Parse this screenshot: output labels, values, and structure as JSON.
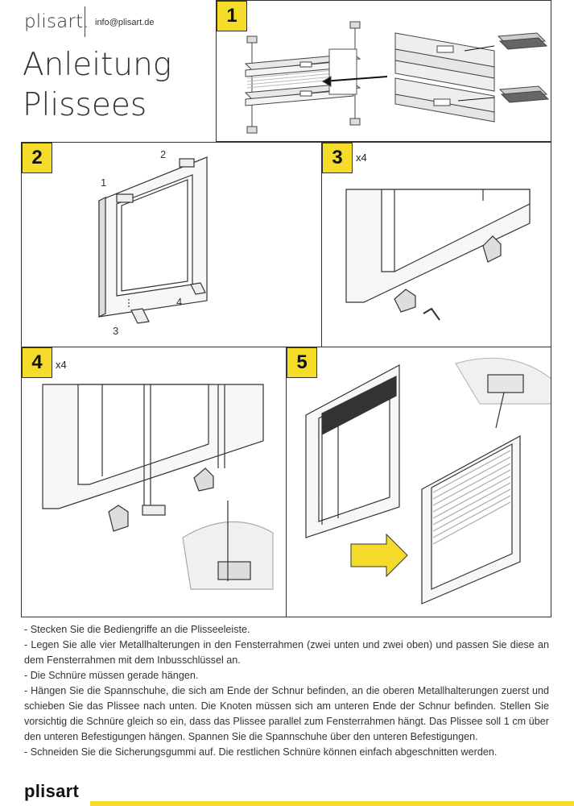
{
  "header": {
    "brand": "plisart.",
    "email": "info@plisart.de",
    "title_line1": "Anleitung",
    "title_line2": "Plissees"
  },
  "steps": {
    "s1": {
      "number": "1"
    },
    "s2": {
      "number": "2",
      "labels": [
        "1",
        "2",
        "3",
        "4"
      ]
    },
    "s3": {
      "number": "3",
      "multiplier": "x4"
    },
    "s4": {
      "number": "4",
      "multiplier": "x4"
    },
    "s5": {
      "number": "5"
    }
  },
  "instructions": [
    "- Stecken Sie die Bediengriffe an die Plisseeleiste.",
    "- Legen Sie alle vier Metallhalterungen in den Fensterrahmen (zwei unten und zwei oben) und passen Sie diese an dem Fensterrahmen mit dem Inbusschlüssel an.",
    "- Die Schnüre müssen gerade hängen.",
    "- Hängen Sie die Spannschuhe, die sich am Ende der Schnur befinden, an die oberen Metallhalterungen zuerst und schieben Sie das Plissee nach unten. Die Knoten müssen sich am unteren Ende der Schnur befinden. Stellen Sie vorsichtig die Schnüre gleich so ein, dass das Plissee parallel zum Fensterrahmen hängt. Das Plissee soll 1 cm über den unteren Befestigungen hängen. Spannen Sie die Spannschuhe über den unteren Befestigungen.",
    "- Schneiden Sie die Sicherungsgummi auf. Die restlichen Schnüre können einfach abgeschnitten werden."
  ],
  "footer": {
    "brand": "plisart"
  },
  "colors": {
    "accent": "#f6dc2a",
    "line": "#333333"
  }
}
